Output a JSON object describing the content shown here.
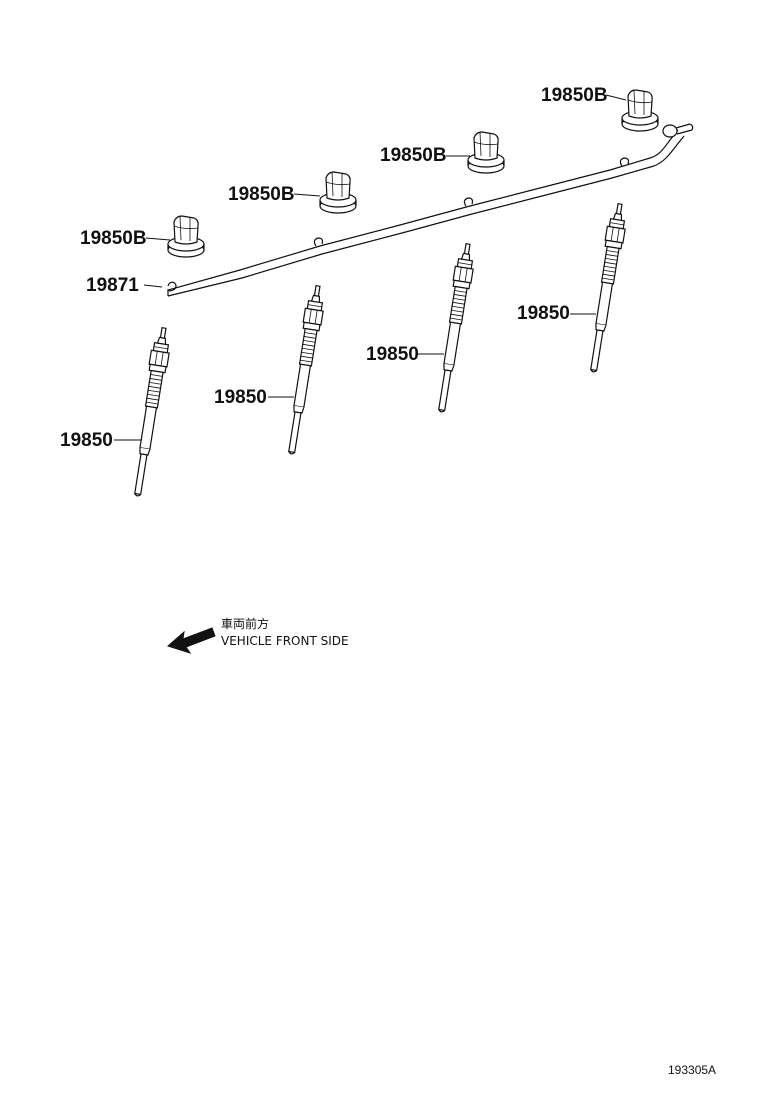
{
  "callouts": {
    "connector_1": "19850B",
    "connector_2": "19850B",
    "connector_3": "19850B",
    "connector_4": "19850B",
    "harness": "19871",
    "plug_1": "19850",
    "plug_2": "19850",
    "plug_3": "19850",
    "plug_4": "19850"
  },
  "direction_note": {
    "japanese": "車両前方",
    "english": "VEHICLE FRONT SIDE"
  },
  "figure_number": "193305A"
}
